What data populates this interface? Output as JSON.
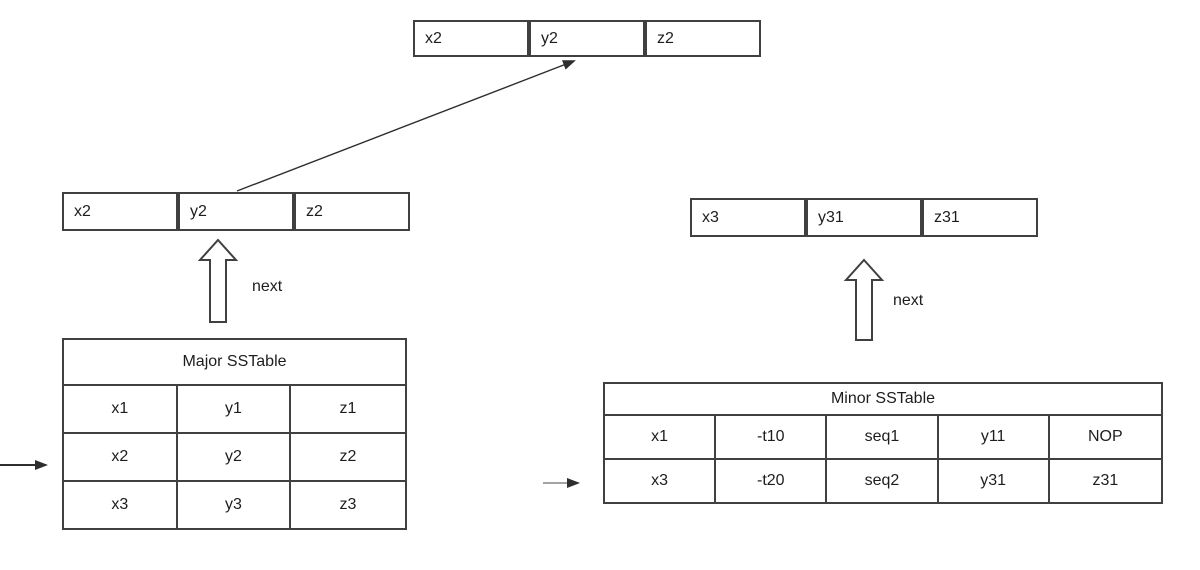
{
  "diagram": {
    "nodes": {
      "top": {
        "cells": [
          "x2",
          "y2",
          "z2"
        ]
      },
      "left": {
        "cells": [
          "x2",
          "y2",
          "z2"
        ]
      },
      "right": {
        "cells": [
          "x3",
          "y31",
          "z31"
        ]
      }
    },
    "major_table": {
      "title": "Major SSTable",
      "rows": [
        [
          "x1",
          "y1",
          "z1"
        ],
        [
          "x2",
          "y2",
          "z2"
        ],
        [
          "x3",
          "y3",
          "z3"
        ]
      ]
    },
    "minor_table": {
      "title": "Minor SSTable",
      "rows": [
        [
          "x1",
          "-t10",
          "seq1",
          "y11",
          "NOP"
        ],
        [
          "x3",
          "-t20",
          "seq2",
          "y31",
          "z31"
        ]
      ]
    },
    "labels": {
      "next_left": "next",
      "next_right": "next"
    },
    "icons": {
      "next_arrow_left": "block-arrow-up",
      "next_arrow_right": "block-arrow-up",
      "node_link_arrow": "diagonal-arrow-up-right",
      "major_row_pointer": "arrow-right",
      "minor_row_pointer": "arrow-right-gray"
    },
    "colors": {
      "line": "#404040",
      "text": "#1d1d1d",
      "gray_arrow_shaft": "#a3a3a3",
      "background": "#ffffff"
    }
  }
}
